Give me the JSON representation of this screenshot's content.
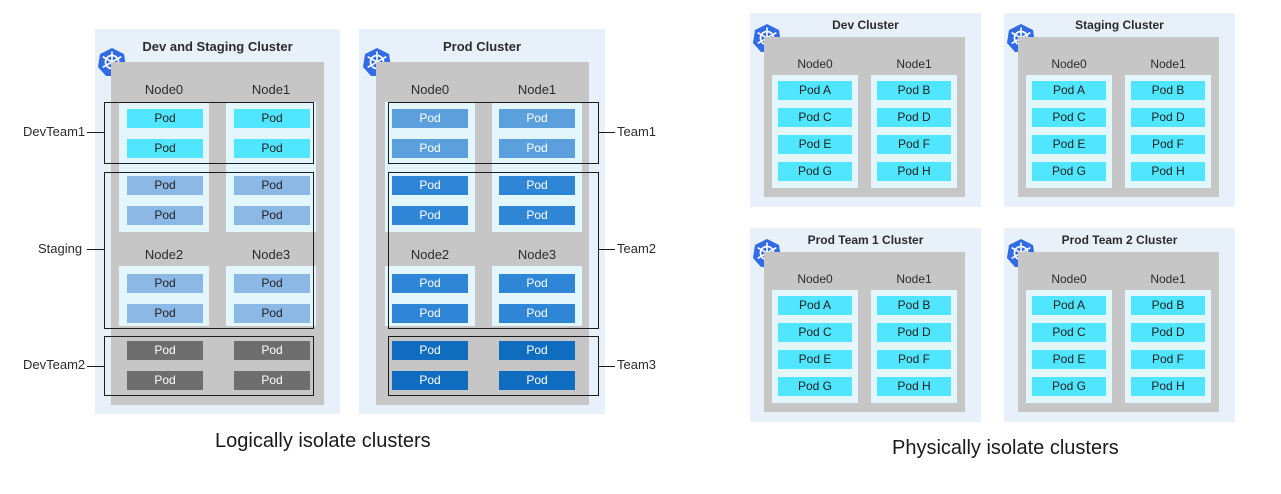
{
  "colors": {
    "cluster_bg": "#e8f1fa",
    "cluster_body": "#c6c6c6",
    "node_bg": "#e2f6fb",
    "pod_cyan": "#50e6ff",
    "pod_light_blue": "#8cb8e6",
    "pod_blue_1": "#5ba0dd",
    "pod_blue_2": "#2f86d7",
    "pod_blue_3": "#0f6cbf",
    "pod_gray": "#6e6e6e",
    "k8s_icon": "#326ce5"
  },
  "logical": {
    "caption": "Logically isolate clusters",
    "dev_staging": {
      "title": "Dev and Staging Cluster",
      "icon": "kubernetes-icon",
      "node0": "Node0",
      "node1": "Node1",
      "node2": "Node2",
      "node3": "Node3",
      "pod": "Pod"
    },
    "prod": {
      "title": "Prod Cluster",
      "icon": "kubernetes-icon",
      "node0": "Node0",
      "node1": "Node1",
      "node2": "Node2",
      "node3": "Node3",
      "pod": "Pod"
    },
    "groups_left": {
      "devteam1": "DevTeam1",
      "staging": "Staging",
      "devteam2": "DevTeam2"
    },
    "groups_right": {
      "team1": "Team1",
      "team2": "Team2",
      "team3": "Team3"
    }
  },
  "physical": {
    "caption": "Physically isolate clusters",
    "clusters": [
      {
        "title": "Dev Cluster",
        "icon": "kubernetes-icon"
      },
      {
        "title": "Staging Cluster",
        "icon": "kubernetes-icon"
      },
      {
        "title": "Prod Team 1 Cluster",
        "icon": "kubernetes-icon"
      },
      {
        "title": "Prod Team 2 Cluster",
        "icon": "kubernetes-icon"
      }
    ],
    "node0": "Node0",
    "node1": "Node1",
    "node0_pods": [
      "Pod A",
      "Pod C",
      "Pod E",
      "Pod G"
    ],
    "node1_pods": [
      "Pod B",
      "Pod D",
      "Pod F",
      "Pod H"
    ]
  }
}
